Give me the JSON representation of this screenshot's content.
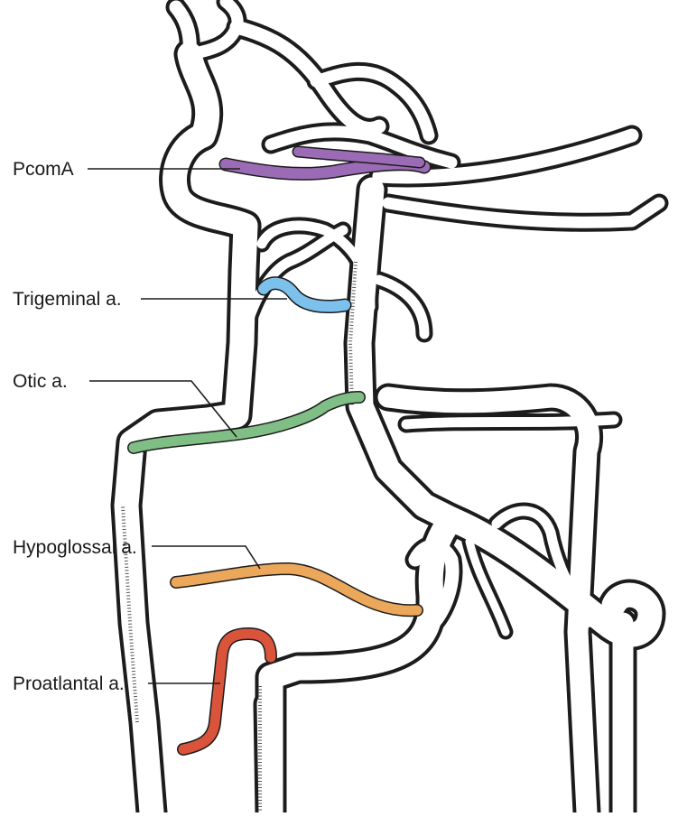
{
  "labels": {
    "pcoma": "PcomA",
    "trigeminal": "Trigeminal a.",
    "otic": "Otic a.",
    "hypoglossal": "Hypoglossal a.",
    "proatlantal": "Proatlantal a."
  },
  "colors": {
    "pcoma": "#9b6bb6",
    "trigeminal": "#7cc0ec",
    "otic": "#7fbf86",
    "hypoglossal": "#eba85a",
    "proatlantal": "#d9543a",
    "outline": "#1c1c1c",
    "background": "#ffffff"
  }
}
